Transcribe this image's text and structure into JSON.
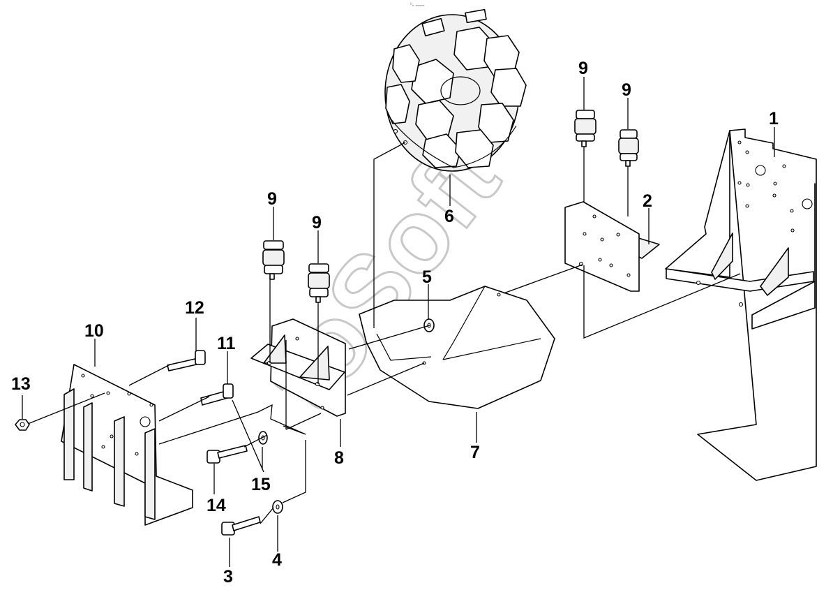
{
  "watermark": {
    "text": "toSoft"
  },
  "top_mark": "⁰ₙ ₘₘₘ",
  "callouts": {
    "c1": "1",
    "c2": "2",
    "c3": "3",
    "c4": "4",
    "c5": "5",
    "c6": "6",
    "c7": "7",
    "c8": "8",
    "c9a": "9",
    "c9b": "9",
    "c9c": "9",
    "c9d": "9",
    "c10": "10",
    "c11": "11",
    "c12": "12",
    "c13": "13",
    "c14": "14",
    "c15": "15"
  }
}
